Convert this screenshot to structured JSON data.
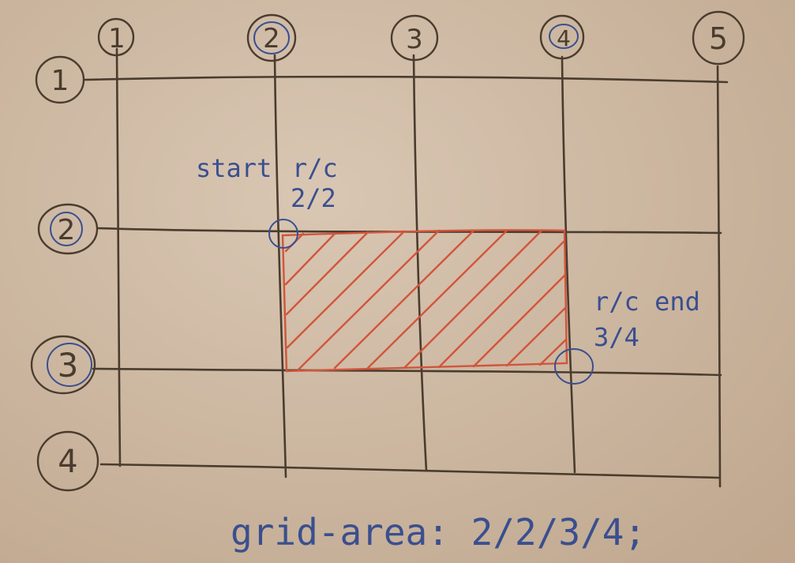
{
  "board": {
    "colors": {
      "ink": "#4a3c2e",
      "blue_ink": "#3a4f8f",
      "red_ink": "#d2553c",
      "background": "#cdb8a2"
    }
  },
  "column_labels": [
    "1",
    "2",
    "3",
    "4",
    "5"
  ],
  "row_labels": [
    "1",
    "2",
    "3",
    "4"
  ],
  "highlighted_area": {
    "row_start": 2,
    "col_start": 2,
    "row_end": 3,
    "col_end": 4
  },
  "annotations": {
    "start_word": "start",
    "start_rc": "r/c",
    "start_value": "2/2",
    "end_label": "r/c end",
    "end_value": "3/4",
    "formula": "grid-area: 2/2/3/4;"
  }
}
